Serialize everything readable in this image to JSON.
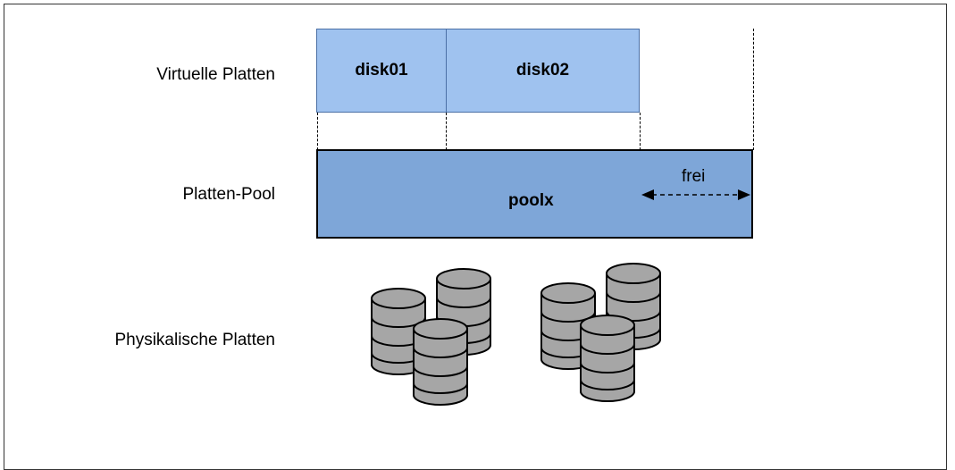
{
  "labels": {
    "virtual_disks": "Virtuelle Platten",
    "disk_pool": "Platten-Pool",
    "physical_disks": "Physikalische Platten"
  },
  "virtual_disks": [
    {
      "name": "disk01"
    },
    {
      "name": "disk02"
    }
  ],
  "pool": {
    "name": "poolx",
    "free_label": "frei"
  },
  "colors": {
    "virtual_disk_fill": "#9fc2ef",
    "pool_fill": "#7ea6d8",
    "physical_disk_fill": "#a6a6a6",
    "outline": "#000000"
  },
  "icons": {
    "physical_disk": "database-cylinder-icon",
    "free_arrow": "double-headed-arrow-icon"
  }
}
